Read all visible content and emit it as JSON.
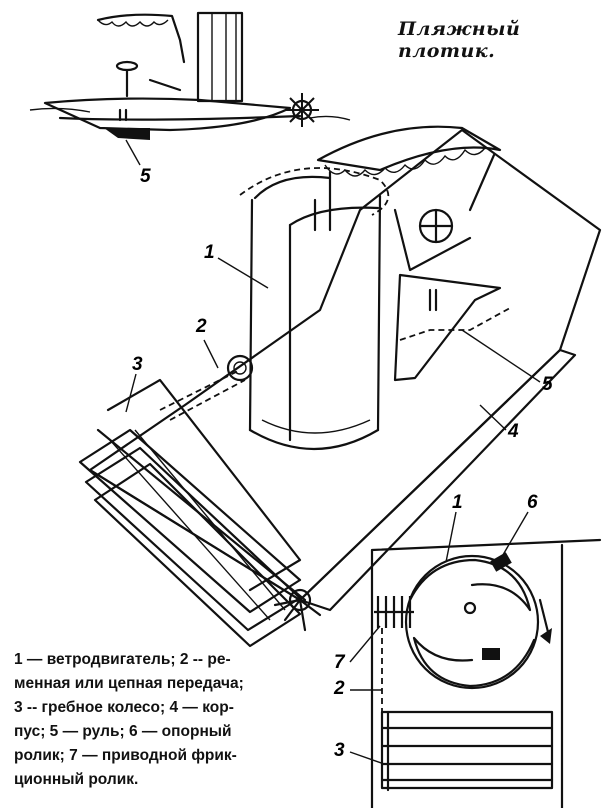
{
  "title": "Пляжный плотик.",
  "labels": {
    "top5": "5",
    "l1": "1",
    "l2": "2",
    "l3": "3",
    "l4": "4",
    "l5": "5",
    "d1": "1",
    "d6": "6",
    "d7": "7",
    "d2": "2",
    "d3": "3"
  },
  "caption": {
    "line1": "1 — ветродвигатель; 2 -- ре-",
    "line2": "менная или цепная передача;",
    "line3": "3 -- гребное колесо; 4 — кор-",
    "line4": "пус;  5 — руль;  6 — опорный",
    "line5": "ролик;  7 — приводной фрик-",
    "line6": "ционный ролик."
  }
}
